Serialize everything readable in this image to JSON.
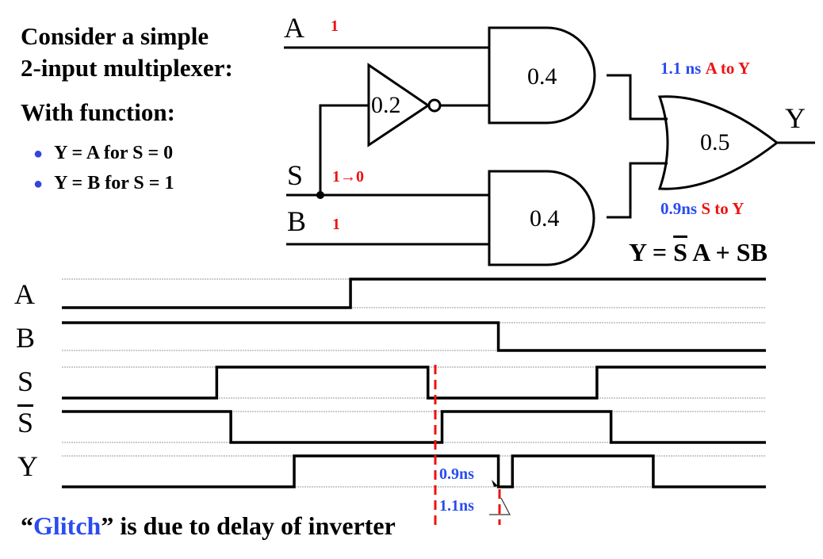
{
  "intro": {
    "line1": "Consider a simple",
    "line2": "2-input multiplexer:",
    "line3": "With function:",
    "bullets": [
      "Y = A for  S = 0",
      "Y = B for  S = 1"
    ],
    "bullet_color": "#3344dd"
  },
  "circuit": {
    "inputs": {
      "a": {
        "label": "A",
        "value": "1"
      },
      "s": {
        "label": "S",
        "value": "1→0"
      },
      "b": {
        "label": "B",
        "value": "1"
      }
    },
    "gates": {
      "inverter_delay": "0.2",
      "and_top_delay": "0.4",
      "and_bottom_delay": "0.4",
      "or_delay": "0.5"
    },
    "output_label": "Y",
    "path_a": {
      "time": "1.1 ns",
      "path": "A to Y"
    },
    "path_s": {
      "time": "0.9ns",
      "path": "S to Y"
    },
    "equation": {
      "lhs": "Y = ",
      "s_bar": "S",
      "rest": " A + SB"
    }
  },
  "timing": {
    "signals": [
      {
        "label": "A",
        "overline": false,
        "initial": 0,
        "transitions_ns": [
          0.41
        ]
      },
      {
        "label": "B",
        "overline": false,
        "initial": 1,
        "transitions_ns": [
          0.62
        ]
      },
      {
        "label": "S",
        "overline": false,
        "initial": 0,
        "transitions_ns": [
          0.22,
          0.52,
          0.76
        ]
      },
      {
        "label": "S",
        "overline": true,
        "initial": 1,
        "transitions_ns": [
          0.24,
          0.54,
          0.78
        ]
      },
      {
        "label": "Y",
        "overline": false,
        "initial": 0,
        "transitions_ns": [
          0.33,
          0.62,
          0.64,
          0.84
        ]
      }
    ],
    "markers": {
      "delay_short": "0.9ns",
      "delay_long": "1.1ns"
    },
    "colors": {
      "marker": "#ee1111",
      "annotation": "#2a4cf0"
    }
  },
  "footer": {
    "quote_open": "“",
    "highlight": "Glitch",
    "quote_close": "”",
    "rest": " is due to delay of inverter",
    "highlight_color": "#2a4cf0"
  }
}
